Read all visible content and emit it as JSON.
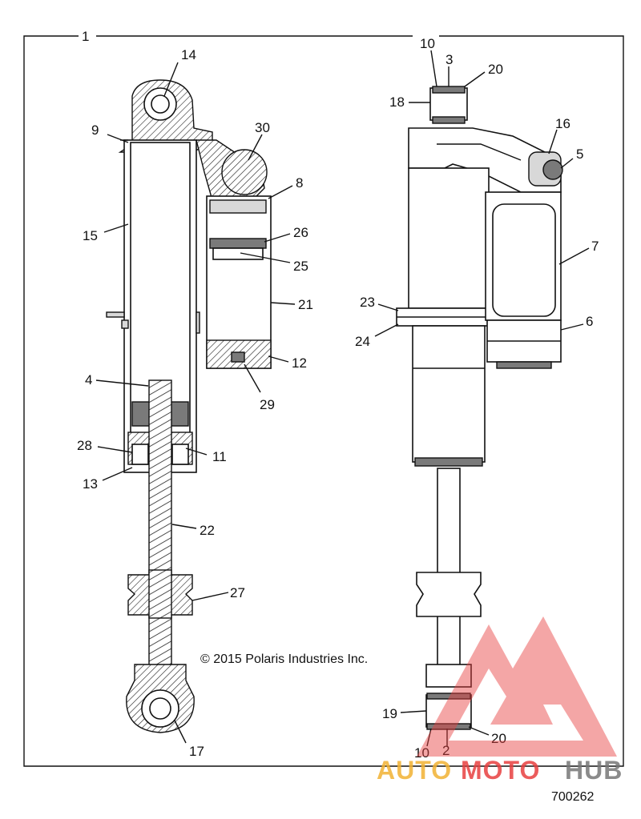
{
  "diagram": {
    "copyright": "© 2015 Polaris Industries Inc.",
    "figure_number": "700262",
    "frame_callout": "1",
    "callouts": {
      "c1": "1",
      "c2": "2",
      "c3": "3",
      "c4": "4",
      "c5": "5",
      "c6": "6",
      "c7": "7",
      "c8": "8",
      "c9": "9",
      "c10a": "10",
      "c10b": "10",
      "c11": "11",
      "c12": "12",
      "c13": "13",
      "c14": "14",
      "c15": "15",
      "c16": "16",
      "c17": "17",
      "c18": "18",
      "c19": "19",
      "c20a": "20",
      "c20b": "20",
      "c21": "21",
      "c22": "22",
      "c23": "23",
      "c24": "24",
      "c25": "25",
      "c26": "26",
      "c27": "27",
      "c28": "28",
      "c29": "29",
      "c30": "30"
    }
  },
  "watermark": {
    "part1": "AUTO",
    "part2": "MOTO",
    "part3": "HUB",
    "colors": {
      "red": "#e84040",
      "orange": "#f2b233",
      "gray": "#777777"
    }
  }
}
